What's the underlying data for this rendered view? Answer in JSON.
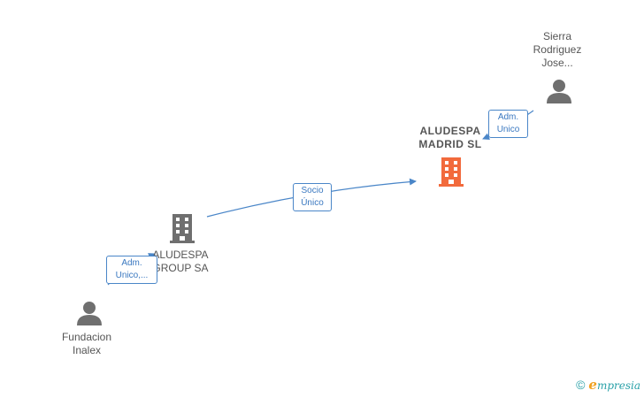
{
  "nodes": {
    "sierra": {
      "lines": [
        "Sierra",
        "Rodriguez",
        "Jose..."
      ],
      "type": "person"
    },
    "aludespa_madrid": {
      "lines": [
        "ALUDESPA",
        "MADRID  SL"
      ],
      "type": "company-main"
    },
    "aludespa_group": {
      "lines": [
        "ALUDESPA",
        "GROUP SA"
      ],
      "type": "company"
    },
    "fundacion": {
      "lines": [
        "Fundacion",
        "Inalex"
      ],
      "type": "person"
    }
  },
  "edges": {
    "socio": {
      "lines": [
        "Socio",
        "Único"
      ]
    },
    "adm_unico_top": {
      "lines": [
        "Adm.",
        "Unico"
      ]
    },
    "adm_unico_bottom": {
      "lines": [
        "Adm.",
        "Unico,..."
      ]
    }
  },
  "colors": {
    "edge": "#4a86c8",
    "main_company": "#f26a3c",
    "company": "#6f6f6f",
    "person": "#6f6f6f"
  },
  "footer": {
    "copyright_symbol": "©",
    "brand_first": "e",
    "brand_rest": "mpresia"
  }
}
